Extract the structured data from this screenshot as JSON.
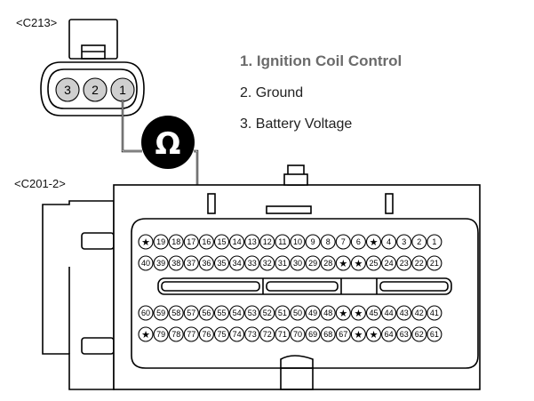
{
  "labels": {
    "connector_c213": "<C213>",
    "connector_c201": "<C201-2>"
  },
  "legend": [
    {
      "text": "1. Ignition Coil Control",
      "highlighted": true
    },
    {
      "text": "2. Ground",
      "highlighted": false
    },
    {
      "text": "3. Battery Voltage",
      "highlighted": false
    }
  ],
  "meter_symbol": "Ω",
  "c213_pins": [
    "3",
    "2",
    "1"
  ],
  "c201_rows": [
    [
      "★",
      "19",
      "18",
      "17",
      "16",
      "15",
      "14",
      "13",
      "12",
      "11",
      "10",
      "9",
      "8",
      "7",
      "6",
      "★",
      "4",
      "3",
      "2",
      "1"
    ],
    [
      "40",
      "39",
      "38",
      "37",
      "36",
      "35",
      "34",
      "33",
      "32",
      "31",
      "30",
      "29",
      "28",
      "★",
      "★",
      "25",
      "24",
      "23",
      "22",
      "21"
    ],
    [
      "60",
      "59",
      "58",
      "57",
      "56",
      "55",
      "54",
      "53",
      "52",
      "51",
      "50",
      "49",
      "48",
      "★",
      "★",
      "45",
      "44",
      "43",
      "42",
      "41"
    ],
    [
      "★",
      "79",
      "78",
      "77",
      "76",
      "75",
      "74",
      "73",
      "72",
      "71",
      "70",
      "69",
      "68",
      "67",
      "★",
      "★",
      "64",
      "63",
      "62",
      "61"
    ]
  ],
  "probe_pins": {
    "c213": "1",
    "c201": "77"
  },
  "colors": {
    "line": "#000000",
    "pin_fill": "#cfcfcf",
    "meter_bg": "#000000"
  }
}
